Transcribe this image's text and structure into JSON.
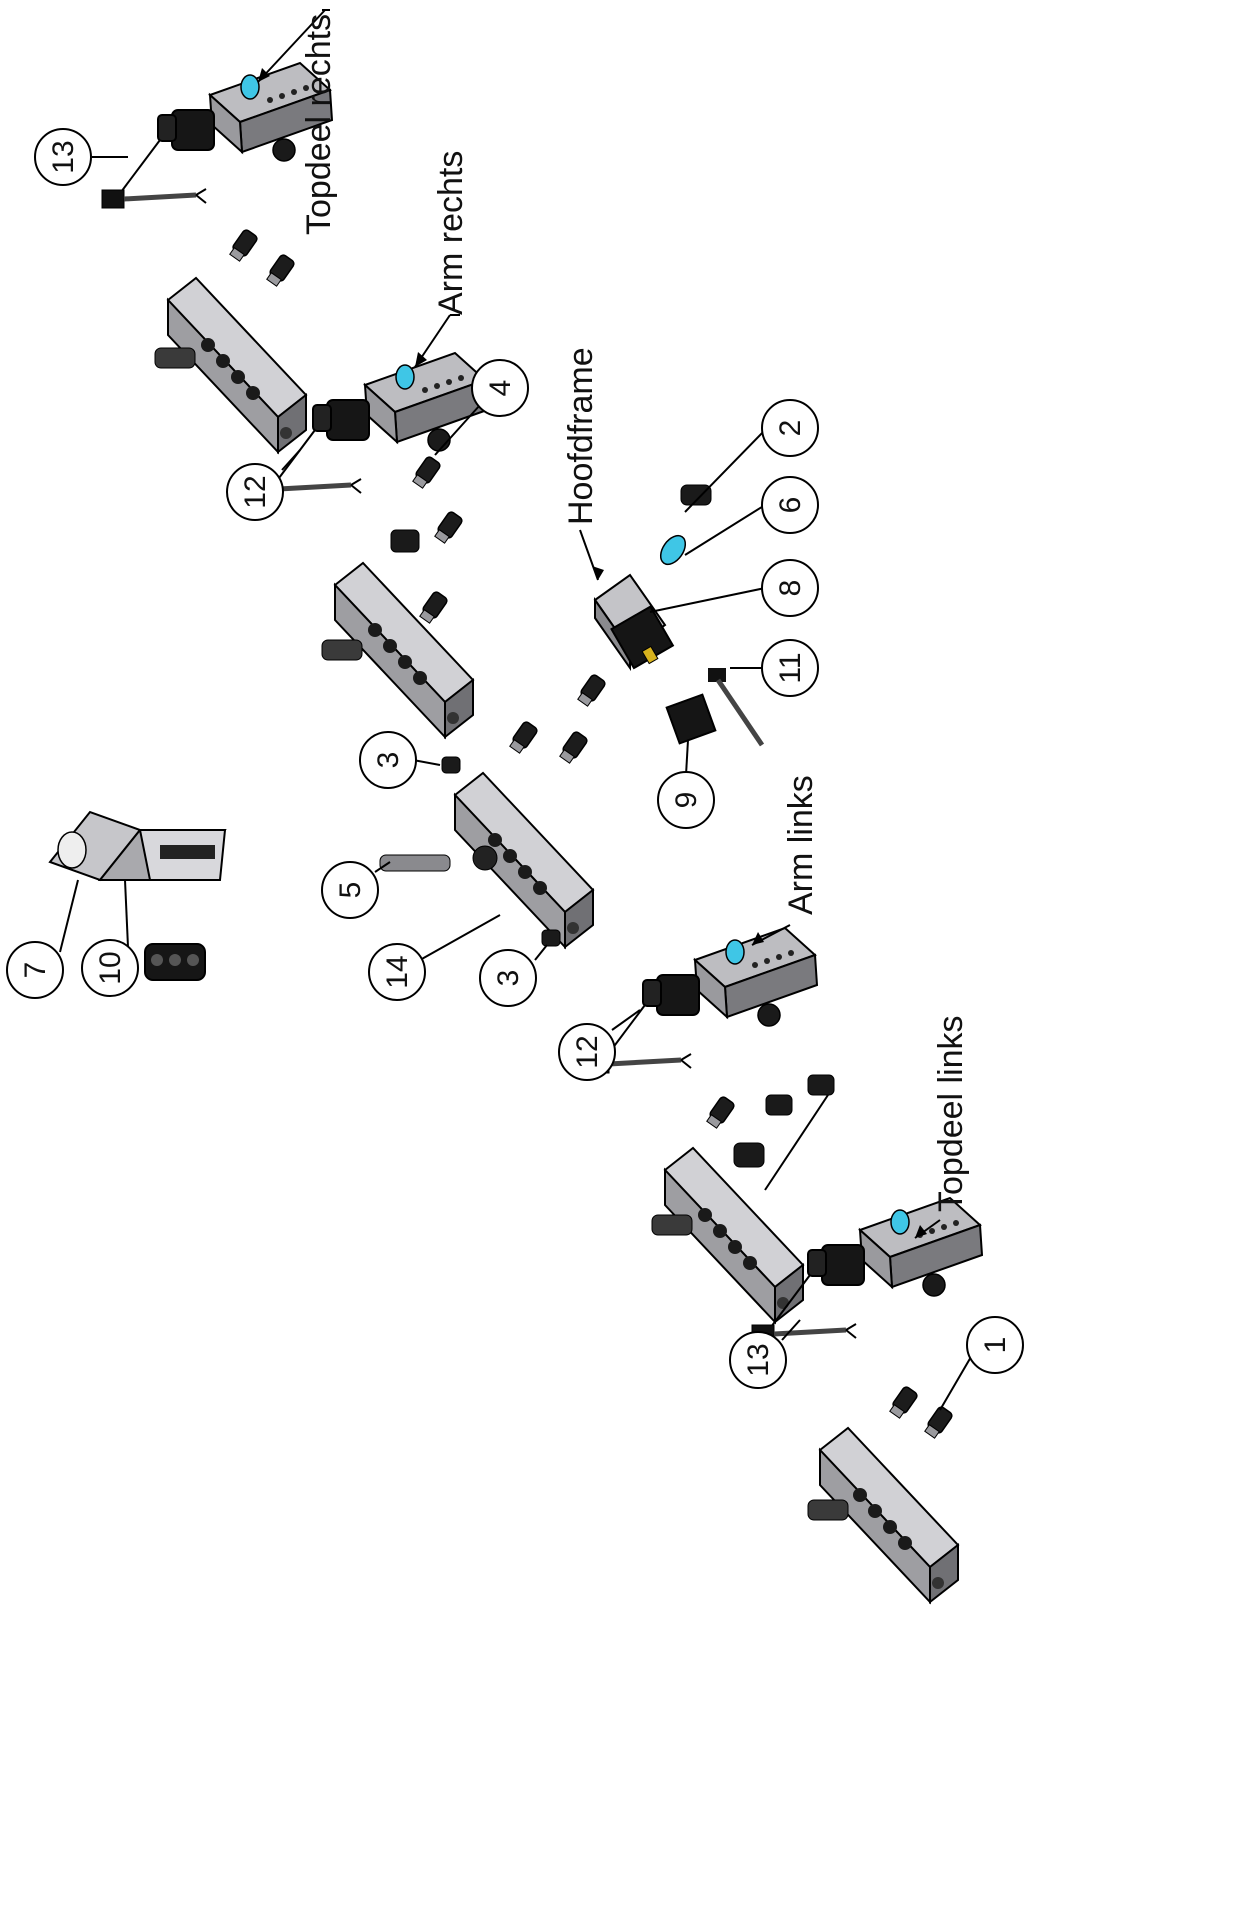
{
  "diagram": {
    "group_labels": {
      "topdeel_rechts": "Topdeel rechts",
      "arm_rechts": "Arm rechts",
      "hoofdframe": "Hoofdframe",
      "arm_links": "Arm links",
      "topdeel_links": "Topdeel links"
    },
    "balloons": {
      "b13_top": "13",
      "b12_upper": "12",
      "b4": "4",
      "b2": "2",
      "b6": "6",
      "b8": "8",
      "b11": "11",
      "b9": "9",
      "b3_upper": "3",
      "b5": "5",
      "b14": "14",
      "b3_lower": "3",
      "b7": "7",
      "b10": "10",
      "b12_lower": "12",
      "b13_bottom": "13",
      "b1": "1"
    },
    "colors": {
      "housing": "#b9b9bd",
      "housing_dark": "#6e6e72",
      "fitting": "#1a1a1a",
      "indicator": "#3fc6e6",
      "accent_yellow": "#d7b21e"
    }
  }
}
